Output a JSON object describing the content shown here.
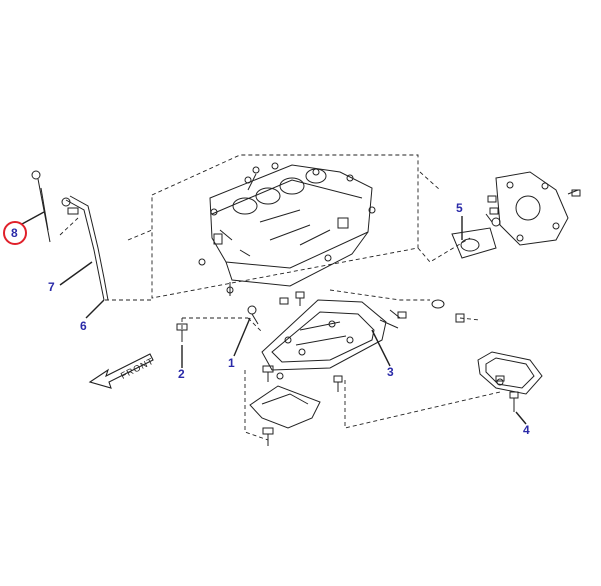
{
  "diagram": {
    "front_label": "FRONT",
    "highlighted_callout": "8",
    "highlight_color": "#e0202a",
    "callout_color": "#2a2aa8",
    "line_color": "#222222",
    "callouts": [
      "1",
      "2",
      "3",
      "4",
      "5",
      "6",
      "7",
      "8"
    ]
  }
}
